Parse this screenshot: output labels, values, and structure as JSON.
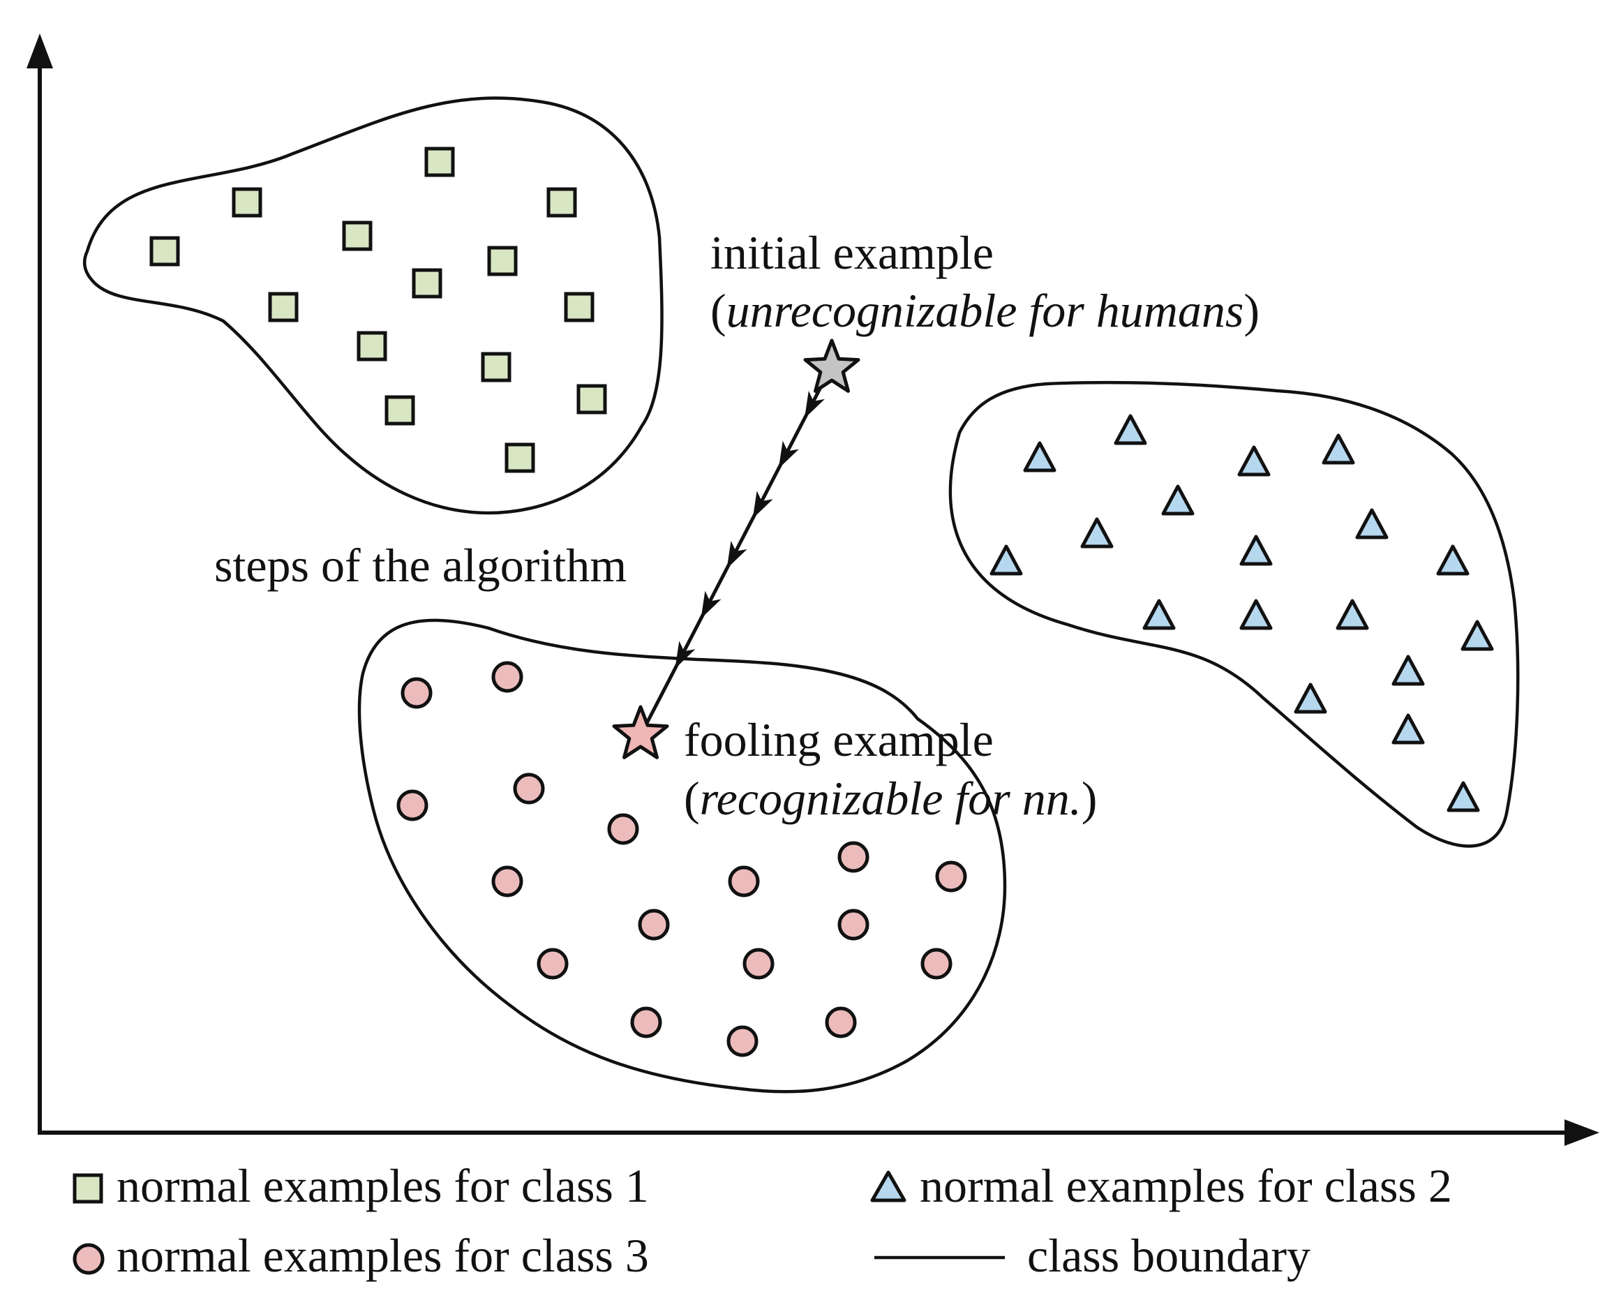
{
  "colors": {
    "class1_fill": "#d8e6c3",
    "class2_fill": "#b6d8ef",
    "class3_fill": "#ecbcbc",
    "initial_star_fill": "#c4c4c4",
    "fooling_star_fill": "#efb6b6",
    "stroke": "#111111"
  },
  "annotations": {
    "initial": {
      "line1": "initial example",
      "open": "(",
      "italic": "unrecognizable for humans",
      "close": ")"
    },
    "steps": "steps of the algorithm",
    "fooling": {
      "line1": "fooling example",
      "open": "(",
      "italic": "recognizable for nn.",
      "close": ")"
    }
  },
  "legend": {
    "class1": "normal examples for class 1",
    "class2": "normal examples for class 2",
    "class3": "normal examples for class 3",
    "boundary": "class boundary"
  },
  "icons": {
    "class1_marker": "square-icon",
    "class2_marker": "triangle-icon",
    "class3_marker": "circle-icon",
    "initial_marker": "star-icon",
    "fooling_marker": "star-icon"
  }
}
